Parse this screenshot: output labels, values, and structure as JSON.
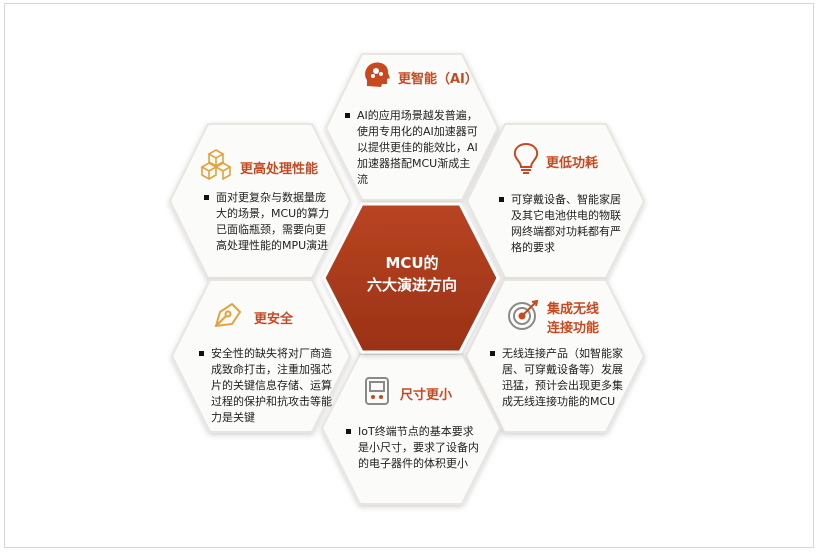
{
  "center": {
    "line1": "MCU的",
    "line2": "六大演进方向"
  },
  "hexes": {
    "ai": {
      "title": "更智能（AI）",
      "icon": "brain-head-icon",
      "text": "AI的应用场景越发普遍，使用专用化的AI加速器可以提供更佳的能效比，AI加速器搭配MCU渐成主流"
    },
    "performance": {
      "title": "更高处理性能",
      "icon": "cubes-icon",
      "text": "面对更复杂与数据量庞大的场景，MCU的算力已面临瓶颈，需要向更高处理性能的MPU演进"
    },
    "power": {
      "title": "更低功耗",
      "icon": "lightbulb-icon",
      "text": "可穿戴设备、智能家居及其它电池供电的物联网终端都对功耗都有严格的要求"
    },
    "security": {
      "title": "更安全",
      "icon": "pen-nib-icon",
      "text": "安全性的缺失将对厂商造成致命打击，注重加强芯片的关键信息存储、运算过程的保护和抗攻击等能力是关键"
    },
    "wireless": {
      "title_line1": "集成无线",
      "title_line2": "连接功能",
      "icon": "target-icon",
      "text": "无线连接产品（如智能家居、可穿戴设备等）发展迅猛，预计会出现更多集成无线连接功能的MCU"
    },
    "size": {
      "title": "尺寸更小",
      "icon": "handheld-device-icon",
      "text": "IoT终端节点的基本要求是小尺寸，要求了设备内的电子器件的体积更小"
    }
  },
  "colors": {
    "accent": "#c8491f",
    "center_fill": "#a8381a",
    "hex_fill": "#fbfbfa",
    "hex_stroke": "#e9e5e0"
  }
}
